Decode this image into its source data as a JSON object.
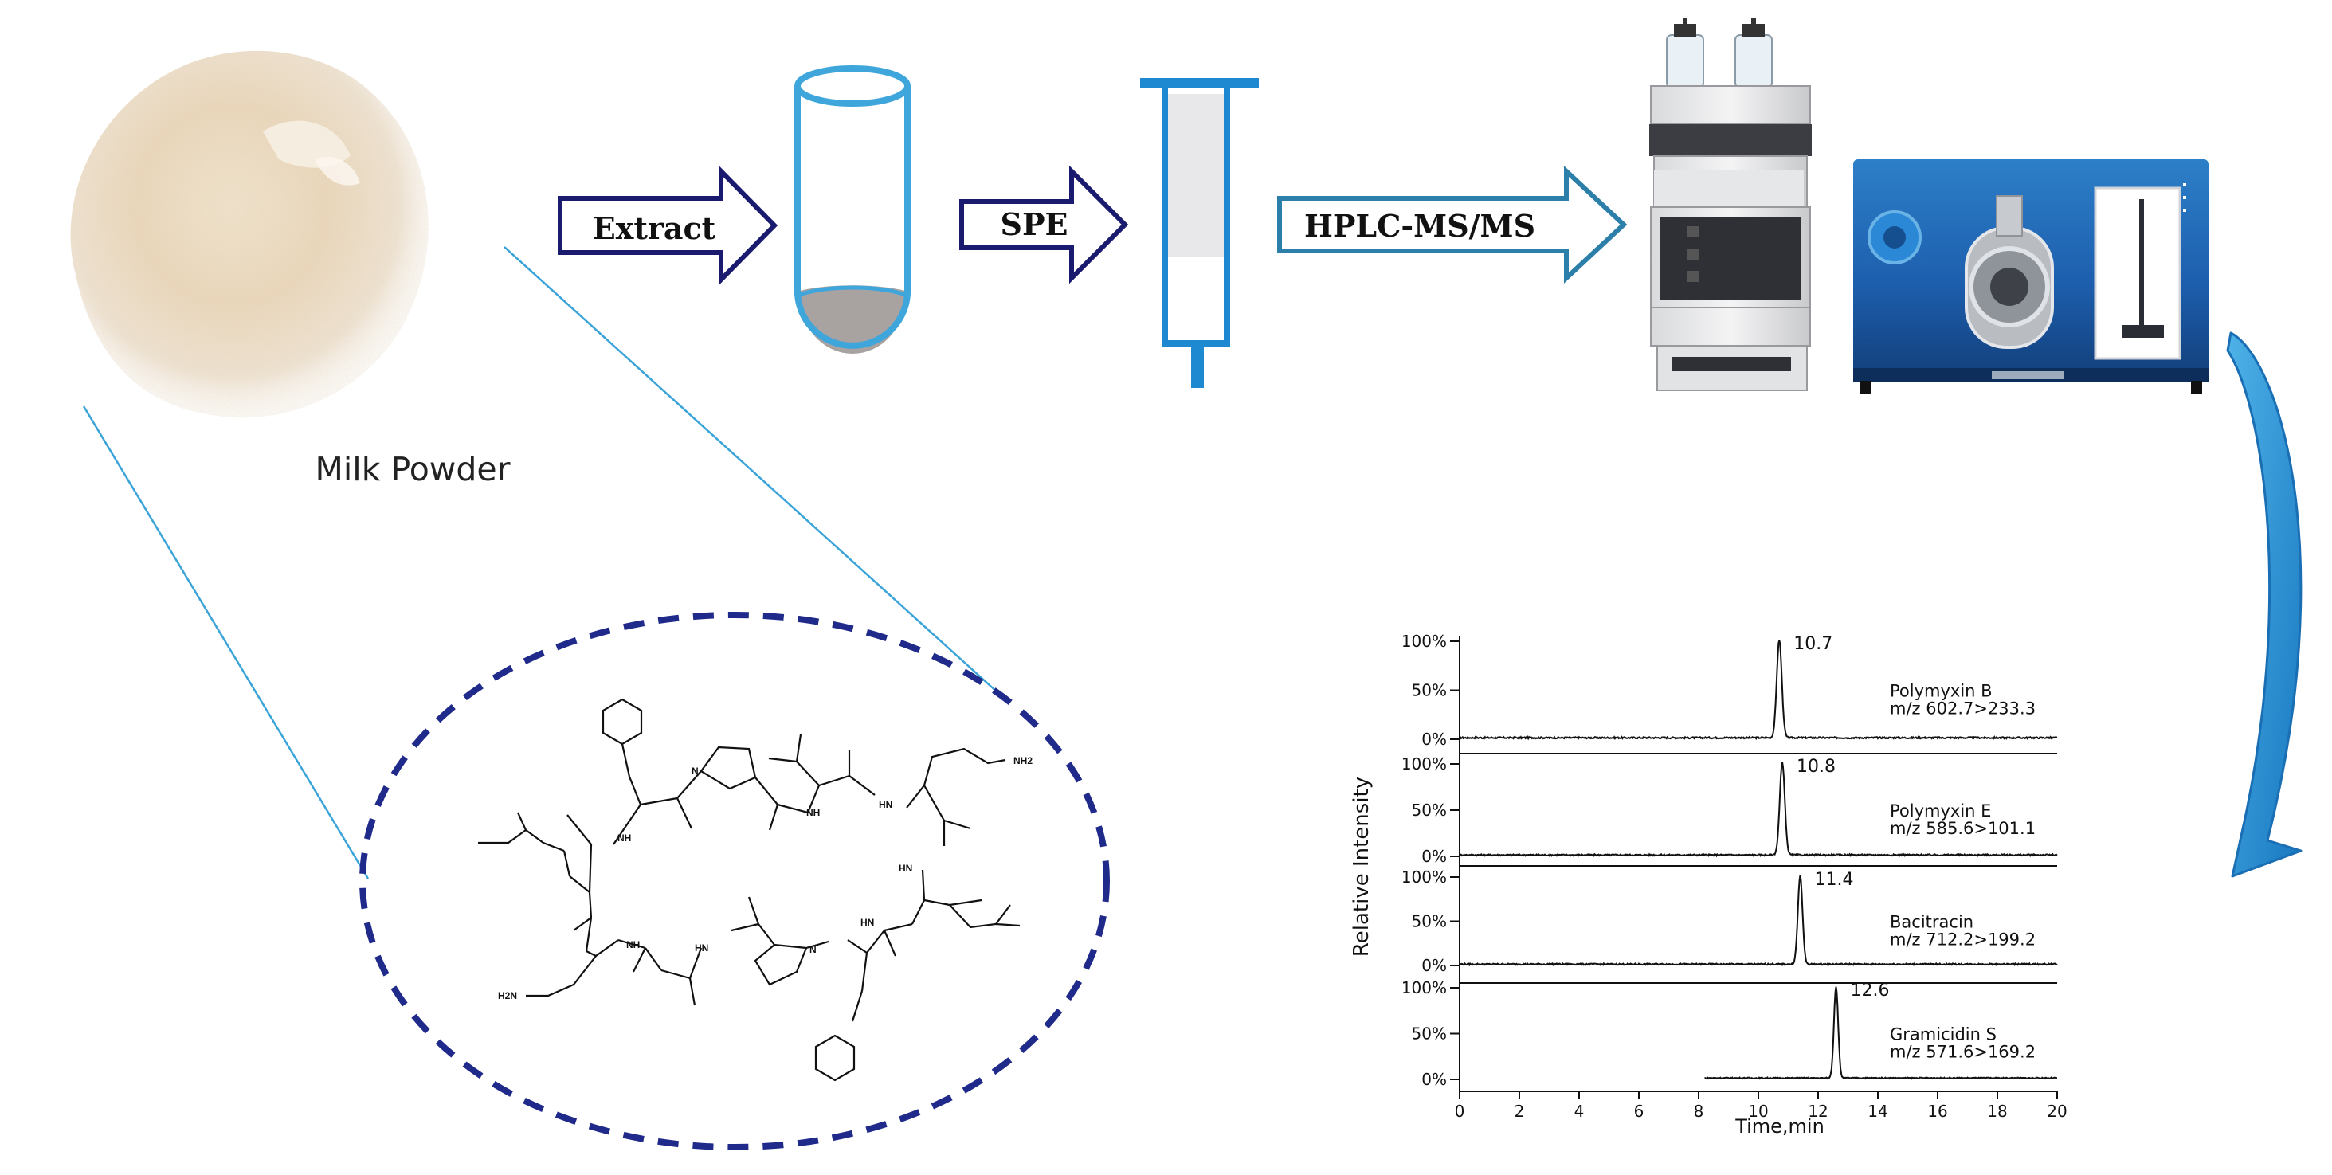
{
  "steps": {
    "sample_label": "Milk Powder",
    "extract_label": "Extract",
    "spe_label": "SPE",
    "hplc_label": "HPLC-MS/MS"
  },
  "colors": {
    "arrow_dark": "#1a1a6e",
    "arrow_blue": "#2b7fa8",
    "tube_blue": "#3fa6dc",
    "spe_blue": "#1e88d0",
    "ellipse": "#1f2a8a",
    "trace": "#111111"
  },
  "molecule_labels": {
    "nh2_top": "NH2",
    "h2n_bottom": "H2N",
    "nh_a": "NH",
    "nh_b": "NH",
    "nh_c": "NH",
    "hn_a": "HN",
    "hn_b": "HN",
    "hn_c": "HN",
    "hn_d": "HN",
    "n_a": "N",
    "n_b": "N"
  },
  "chart_data": {
    "type": "line",
    "ylabel": "Relative Intensity",
    "xlabel": "Time,min",
    "xlim": [
      0,
      20
    ],
    "x_ticks": [
      "0",
      "2",
      "4",
      "6",
      "8",
      "10",
      "12",
      "14",
      "16",
      "18",
      "20"
    ],
    "y_ticks": [
      "0%",
      "50%",
      "100%"
    ],
    "series": [
      {
        "name": "Polymyxin B",
        "transition": "m/z 602.7>233.3",
        "peak_time": 10.7,
        "peak_label": "10.7",
        "peak_width": 0.12,
        "baseline": 1.5,
        "noise": 0.8,
        "trace_start": 0
      },
      {
        "name": "Polymyxin E",
        "transition": "m/z 585.6>101.1",
        "peak_time": 10.8,
        "peak_label": "10.8",
        "peak_width": 0.12,
        "baseline": 1.5,
        "noise": 0.8,
        "trace_start": 0
      },
      {
        "name": "Bacitracin",
        "transition": "m/z 712.2>199.2",
        "peak_time": 11.4,
        "peak_label": "11.4",
        "peak_width": 0.11,
        "baseline": 1.5,
        "noise": 0.8,
        "trace_start": 0
      },
      {
        "name": "Gramicidin S",
        "transition": "m/z 571.6>169.2",
        "peak_time": 12.6,
        "peak_label": "12.6",
        "peak_width": 0.1,
        "baseline": 1.5,
        "noise": 0.6,
        "trace_start": 8.2
      }
    ]
  }
}
